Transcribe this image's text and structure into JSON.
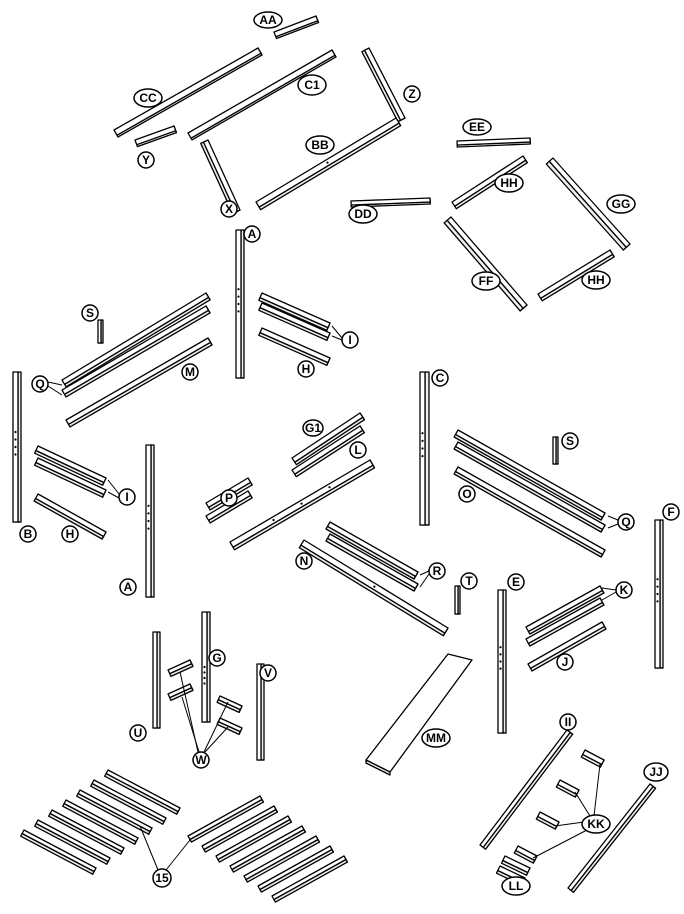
{
  "labels": {
    "aa": "AA",
    "cc": "CC",
    "c1": "C1",
    "z": "Z",
    "y": "Y",
    "bb": "BB",
    "x": "X",
    "ee": "EE",
    "hh_top": "HH",
    "gg": "GG",
    "dd": "DD",
    "ff": "FF",
    "hh_bottom": "HH",
    "a_top": "A",
    "s_left": "S",
    "i_top": "I",
    "q_left": "Q",
    "m": "M",
    "h_top": "H",
    "c": "C",
    "b": "B",
    "i_left": "I",
    "h_left": "H",
    "a_bottom": "A",
    "g1": "G1",
    "l": "L",
    "p": "P",
    "s_right": "S",
    "o": "O",
    "q_right": "Q",
    "f": "F",
    "n": "N",
    "r": "R",
    "t": "T",
    "e": "E",
    "k": "K",
    "j": "J",
    "g": "G",
    "v": "V",
    "u": "U",
    "w": "W",
    "mm": "MM",
    "ii": "II",
    "jj": "JJ",
    "kk": "KK",
    "ll": "LL",
    "n15": "15"
  },
  "colors": {
    "board_face": "#ffffff",
    "board_side": "#ededed",
    "board_end": "#cfcfcf",
    "outline": "#000000"
  }
}
